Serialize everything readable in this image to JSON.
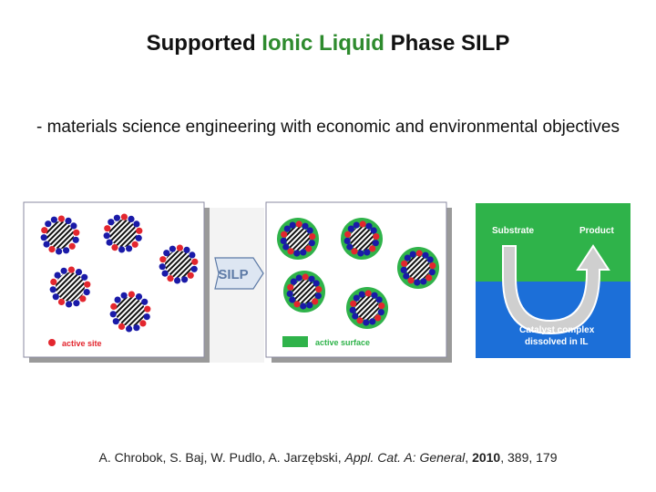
{
  "title": {
    "part1": "Supported ",
    "highlight": "Ionic Liquid",
    "part2": " Phase SILP"
  },
  "subtitle": "- materials science engineering with economic and environmental objectives",
  "diagram": {
    "left_legend": "active site",
    "arrow_label": "SILP",
    "right_legend": "active surface",
    "colors": {
      "red": "#e3262e",
      "blue": "#1a1aa8",
      "green": "#2fb34a",
      "water": "#1c6fd8",
      "gray": "#c8c8c8"
    },
    "panel": {
      "substrate": "Substrate",
      "product": "Product",
      "catalyst_line1": "Catalyst complex",
      "catalyst_line2": "dissolved in IL"
    }
  },
  "citation": {
    "authors": "A. Chrobok, S. Baj, W. Pudlo, A. Jarzębski, ",
    "journal": "Appl. Cat. A: General",
    "sep1": ", ",
    "year": "2010",
    "rest": ", 389, 179"
  }
}
